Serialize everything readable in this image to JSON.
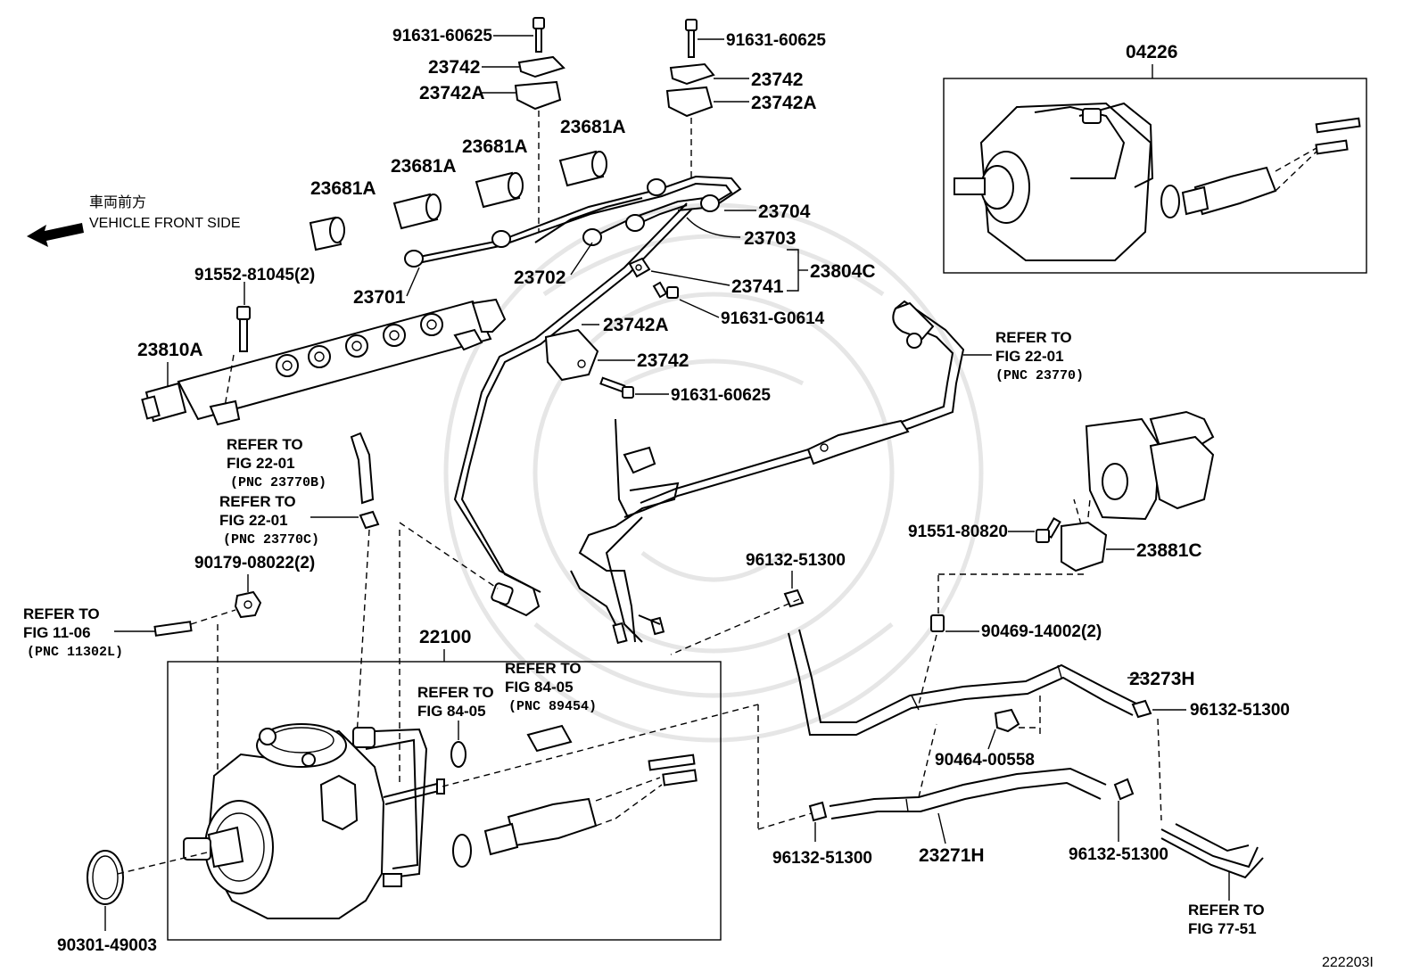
{
  "direction": {
    "jp": "車両前方",
    "en": "VEHICLE FRONT SIDE"
  },
  "assembly_boxes": {
    "pump_assembly": "22100",
    "pump_sub": "04226"
  },
  "labels": {
    "bolt_top_left": "91631-60625",
    "bolt_top_right": "91631-60625",
    "clamp_left": "23742",
    "clamp_left_a": "23742A",
    "clamp_right": "23742",
    "clamp_right_a": "23742A",
    "seal_1": "23681A",
    "seal_2": "23681A",
    "seal_3": "23681A",
    "seal_4": "23681A",
    "pipe_23704": "23704",
    "pipe_23703": "23703",
    "pipe_23702": "23702",
    "pipe_23701": "23701",
    "pipe_set": "23804C",
    "pipe_23741": "23741",
    "bolt_g0614": "91631-G0614",
    "bolt_rail": "91552-81045(2)",
    "rail": "23810A",
    "clamp_mid_a": "23742A",
    "clamp_mid": "23742",
    "bolt_mid": "91631-60625",
    "bolt_91551": "91551-80820",
    "bracket": "23881C",
    "clip_96132_a": "96132-51300",
    "clip_90469": "90469-14002(2)",
    "hose_23273": "23273H",
    "clip_96132_b": "96132-51300",
    "clip_90464": "90464-00558",
    "clip_96132_c": "96132-51300",
    "hose_23271": "23271H",
    "clip_96132_d": "96132-51300",
    "nut_90179": "90179-08022(2)",
    "oring_90301": "90301-49003",
    "diagram_id": "222203I"
  },
  "references": {
    "ref_22_01_a": {
      "l1": "REFER TO",
      "l2": "FIG 22-01",
      "pnc": "(PNC 23770)"
    },
    "ref_22_01_b": {
      "l1": "REFER TO",
      "l2": "FIG 22-01",
      "pnc": "(PNC 23770B)"
    },
    "ref_22_01_c": {
      "l1": "REFER TO",
      "l2": "FIG 22-01",
      "pnc": "(PNC 23770C)"
    },
    "ref_11_06": {
      "l1": "REFER TO",
      "l2": "FIG 11-06",
      "pnc": "(PNC 11302L)"
    },
    "ref_84_05_a": {
      "l1": "REFER TO",
      "l2": "FIG 84-05"
    },
    "ref_84_05_b": {
      "l1": "REFER TO",
      "l2": "FIG 84-05",
      "pnc": "(PNC 89454)"
    },
    "ref_77_51": {
      "l1": "REFER TO",
      "l2": "FIG 77-51"
    }
  }
}
